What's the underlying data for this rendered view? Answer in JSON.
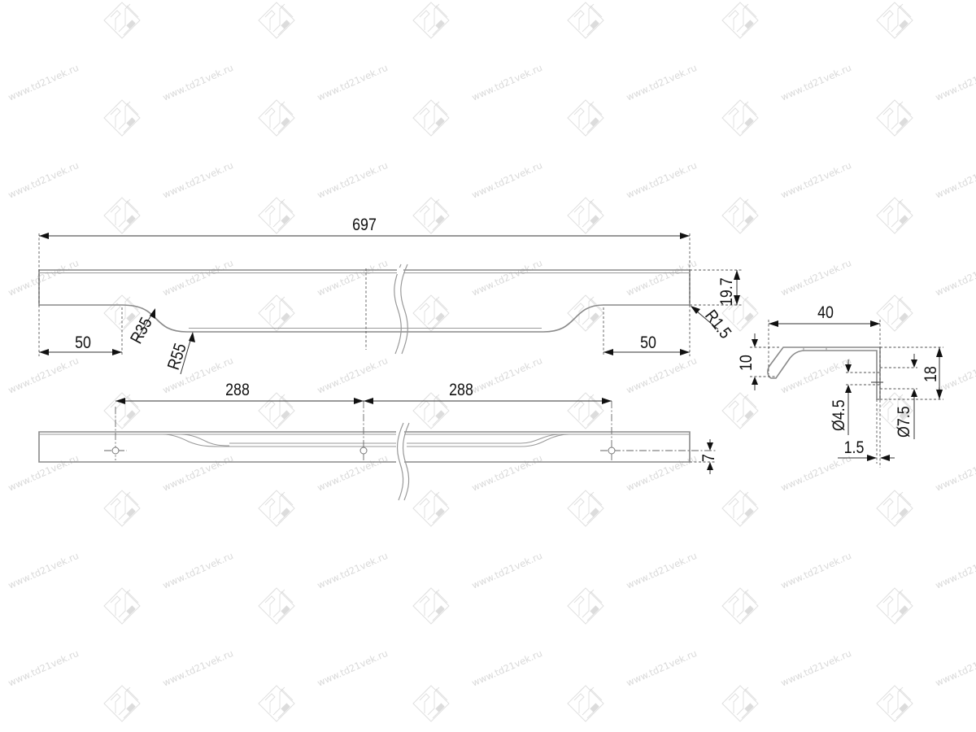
{
  "watermark": {
    "text": "www.td21vek.ru",
    "color": "#d9d9d9"
  },
  "top_view": {
    "overall_length": "697",
    "left_offset": "50",
    "right_offset": "50",
    "radius_small": "R35",
    "radius_large": "R55",
    "corner_radius": "R1.5",
    "height": "19.7"
  },
  "bottom_view": {
    "hole_spacing_left": "288",
    "hole_spacing_right": "288",
    "hole_offset": "7"
  },
  "profile_view": {
    "width": "40",
    "lip_height": "10",
    "total_height": "18",
    "hole_diameter_small": "Ø4.5",
    "hole_diameter_large": "Ø7.5",
    "wall_thickness": "1.5"
  },
  "colors": {
    "outline": "#8a8a8a",
    "dimension": "#333333",
    "text": "#111111",
    "background": "#ffffff"
  }
}
